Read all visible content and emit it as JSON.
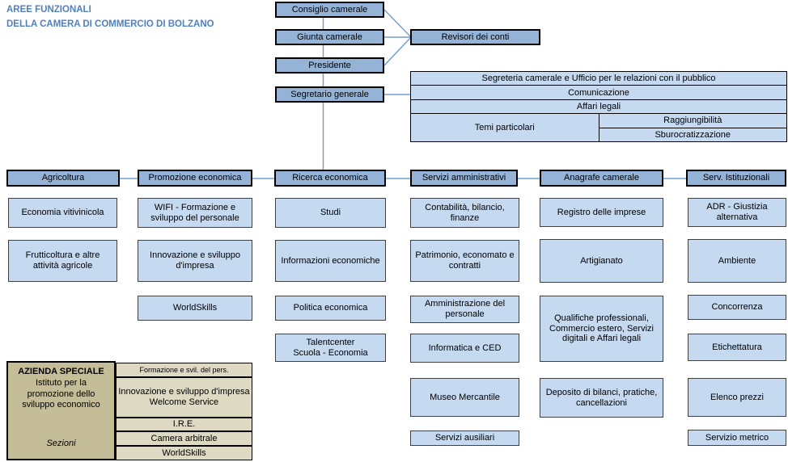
{
  "title": {
    "line1": "AREE FUNZIONALI",
    "line2": "DELLA CAMERA DI COMMERCIO DI BOLZANO"
  },
  "governance": {
    "consiglio": "Consiglio camerale",
    "giunta": "Giunta camerale",
    "presidente": "Presidente",
    "segretario": "Segretario generale",
    "revisori": "Revisori dei conti"
  },
  "staff": {
    "rows": [
      "Segreteria camerale e Ufficio per le relazioni con il pubblico",
      "Comunicazione",
      "Affari legali"
    ],
    "temi_label": "Temi particolari",
    "temi_items": [
      "Raggiungibilità",
      "Sburocratizzazione"
    ]
  },
  "areas": [
    {
      "label": "Agricoltura",
      "units": [
        "Economia vitivinicola",
        "Frutticoltura e altre attività agricole"
      ]
    },
    {
      "label": "Promozione economica",
      "units": [
        "WIFI - Formazione e sviluppo del personale",
        "Innovazione e sviluppo d'impresa",
        "WorldSkills"
      ]
    },
    {
      "label": "Ricerca economica",
      "units": [
        "Studi",
        "Informazioni economiche",
        "Politica economica",
        "Talentcenter\nScuola - Economia"
      ]
    },
    {
      "label": "Servizi amministrativi",
      "units": [
        "Contabilità, bilancio, finanze",
        "Patrimonio, economato e contratti",
        "Amministrazione del personale",
        "Informatica e CED",
        "Museo Mercantile",
        "Servizi ausiliari"
      ]
    },
    {
      "label": "Anagrafe camerale",
      "units": [
        "Registro delle imprese",
        "Artigianato",
        "Qualifiche professionali, Commercio estero, Servizi digitali e Affari legali",
        "Deposito di bilanci, pratiche, cancellazioni"
      ]
    },
    {
      "label": "Serv. Istituzionali",
      "units": [
        "ADR - Giustizia alternativa",
        "Ambiente",
        "Concorrenza",
        "Etichettatura",
        "Elenco prezzi",
        "Servizio metrico"
      ]
    }
  ],
  "azienda": {
    "title": "AZIENDA SPECIALE",
    "subtitle": "Istituto per la promozione dello sviluppo economico",
    "sezioni_label": "Sezioni",
    "sezioni": [
      "Formazione e svil. del pers.",
      "Innovazione e sviluppo d'impresa\nWelcome Service",
      "I.R.E.",
      "Camera arbitrale",
      "WorldSkills"
    ]
  },
  "colors": {
    "header_fill": "#95B3D7",
    "unit_fill": "#C5D9F1",
    "khaki_dark": "#C4BD97",
    "khaki_light": "#DDD9C3",
    "connector": "#6F9BD4",
    "title_text": "#4F81BD"
  }
}
